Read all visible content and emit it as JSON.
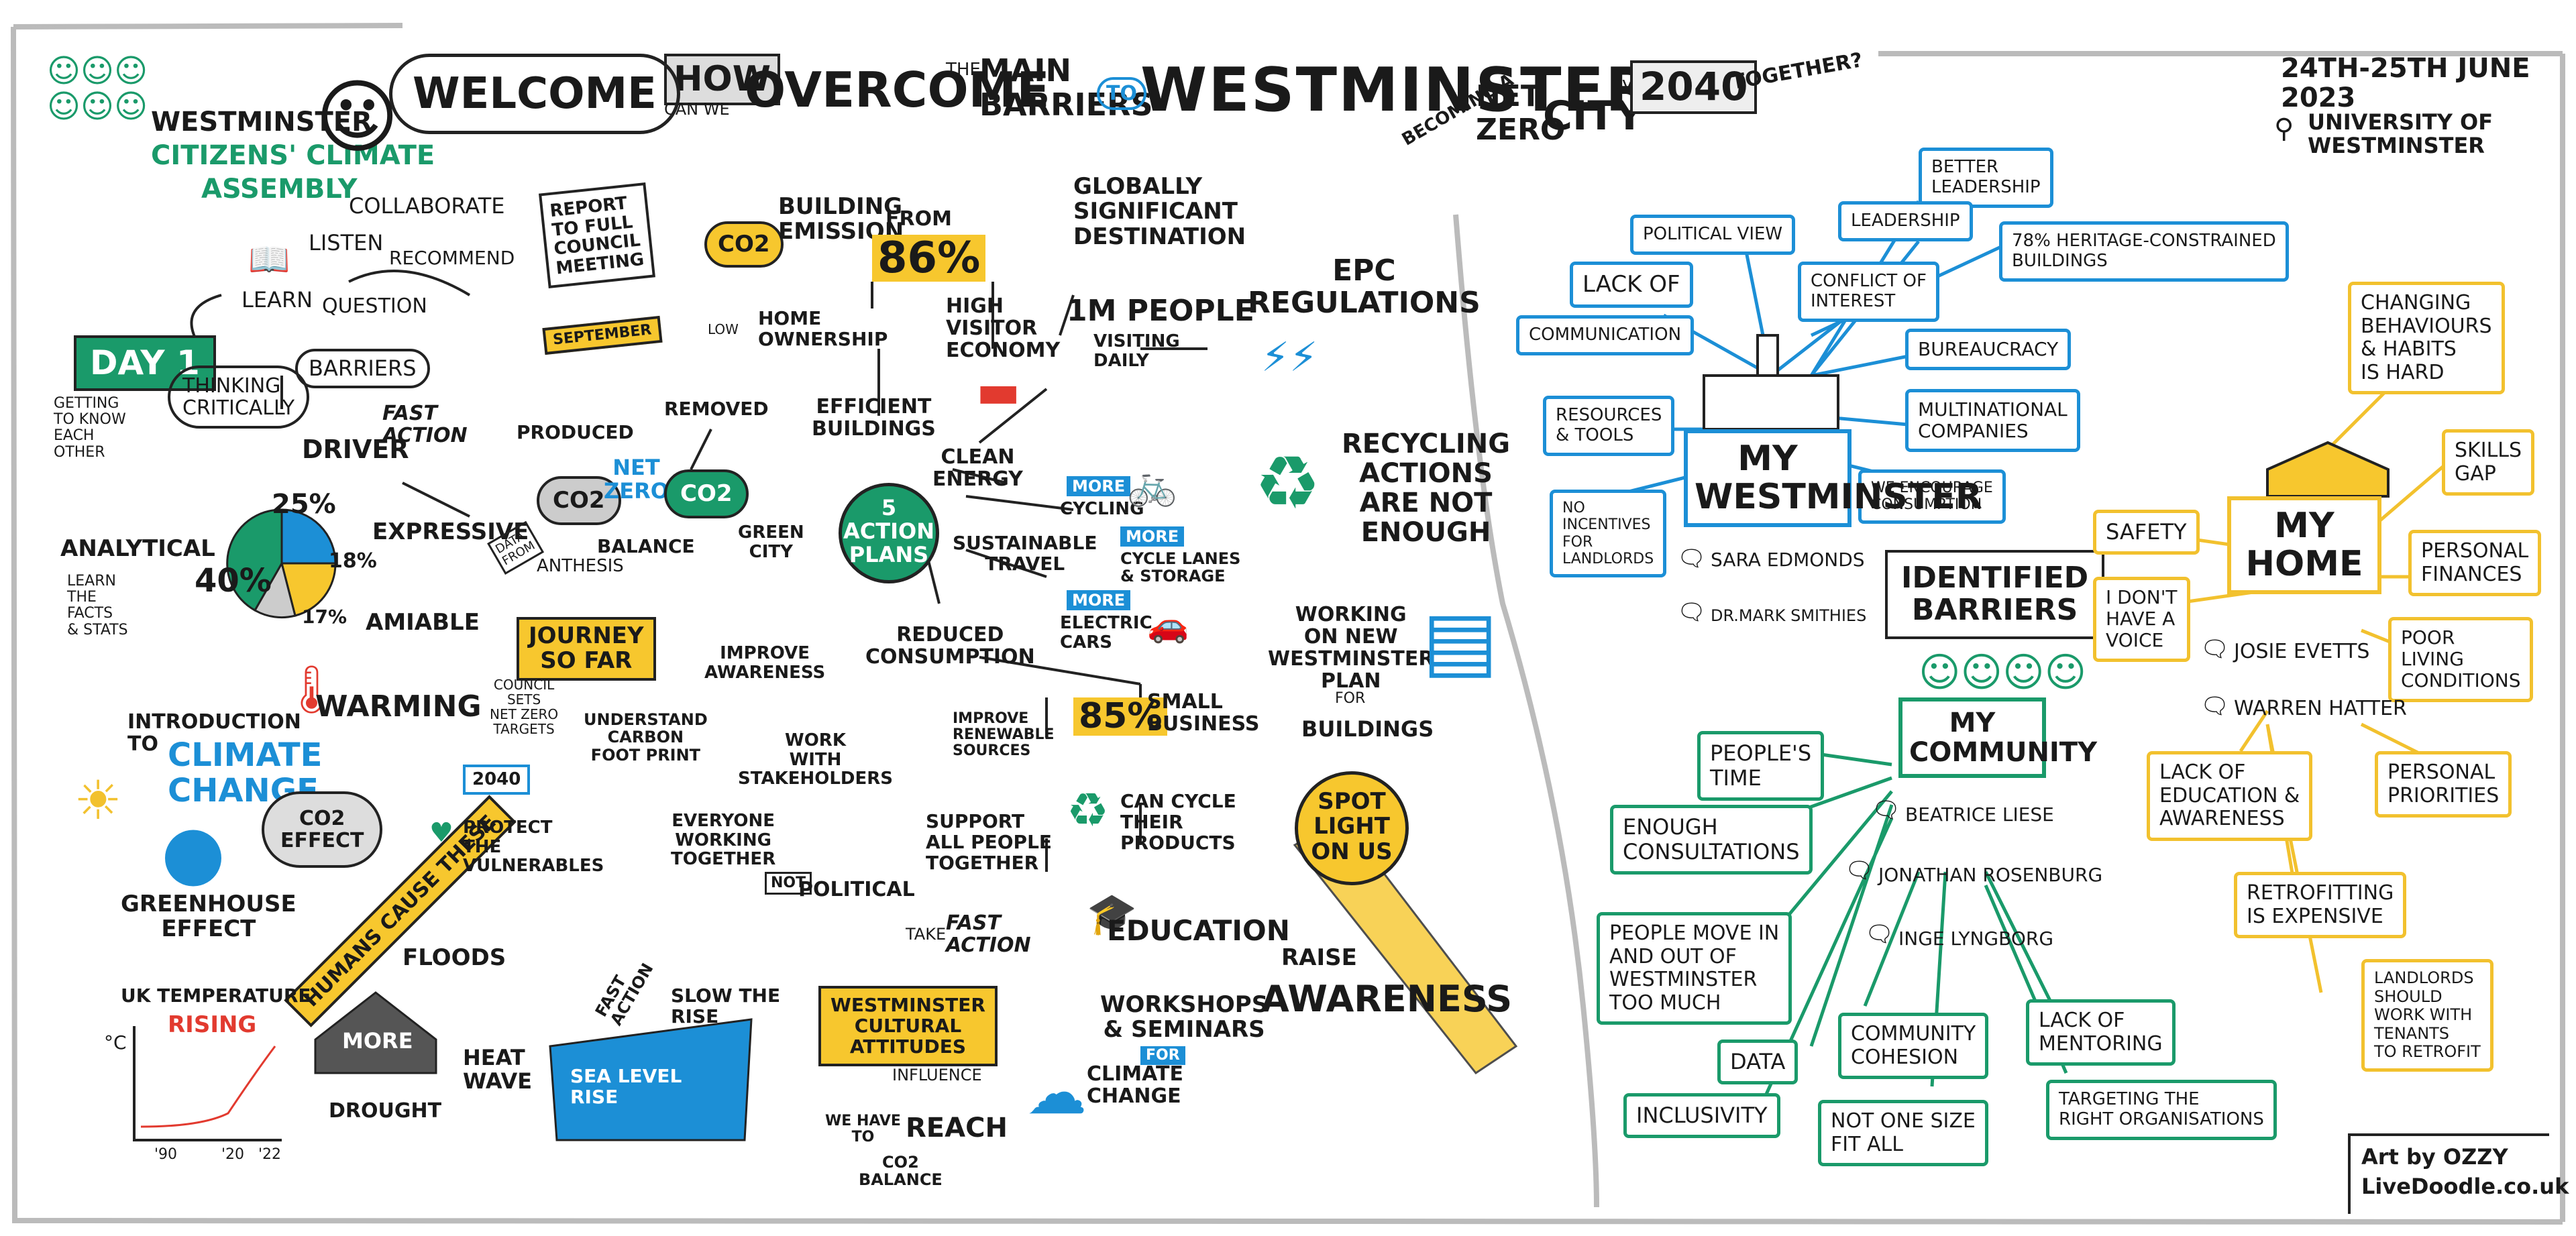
{
  "header": {
    "title_how": "HOW",
    "title_can_we": "CAN WE",
    "title_overcome": "OVERCOME",
    "title_the": "THE",
    "title_main_barriers": "MAIN\nBARRIERS",
    "title_to": "TO",
    "title_westminster": "WESTMINSTER",
    "title_becoming_a": "BECOMING A",
    "title_net": "NET",
    "title_zero": "ZERO",
    "title_city": "CITY",
    "title_by": "by",
    "title_2040": "2040",
    "title_together": "TOGETHER?",
    "date": "24th-25th JUNE 2023",
    "venue": "UNIVERSITY OF\nWESTMINSTER"
  },
  "assembly": {
    "line1": "WESTMINSTER",
    "line2": "CITIZENS' CLIMATE",
    "line3": "ASSEMBLY",
    "welcome": "WELCOME"
  },
  "intro": {
    "collaborate": "COLLABORATE",
    "listen": "LISTEN",
    "recommend": "RECOMMEND",
    "learn": "LEARN",
    "question": "QUESTION",
    "report": "REPORT\nTO FULL\nCOUNCIL\nMEETING",
    "september": "SEPTEMBER",
    "day1": "DAY 1",
    "getting": "GETTING\nTO KNOW\nEACH\nOTHER",
    "thinking": "THINKING\nCRITICALLY",
    "barriers": "BARRIERS"
  },
  "personality": {
    "driver": "DRIVER",
    "fast_action": "FAST\nACTION",
    "expressive": "EXPRESSIVE",
    "analytical": "ANALYTICAL",
    "analytical_sub": "LEARN\nTHE\nFACTS\n& STATS",
    "amiable": "AMIABLE",
    "synthesis": "ANTHESIS",
    "data_from": "DATA\nFROM",
    "p25": "25%",
    "p40": "40%",
    "p18": "18%",
    "p17": "17%"
  },
  "climate": {
    "intro": "INTRODUCTION\nTO",
    "climate_change": "CLIMATE\nCHANGE",
    "warming": "WARMING",
    "co2_effect": "CO2\nEFFECT",
    "greenhouse": "GREENHOUSE\nEFFECT",
    "humans": "HUMANS CAUSE THESE",
    "uk_temp": "UK TEMPERATURE",
    "rising": "RISING",
    "deg": "°C",
    "x1": "'90",
    "x2": "'20",
    "x3": "'22",
    "more": "MORE",
    "drought": "DROUGHT",
    "floods": "FLOODS",
    "heat_wave": "HEAT\nWAVE",
    "fast_action": "FAST\nACTION",
    "slow_rise": "SLOW THE\nRISE",
    "sea_level": "SEA LEVEL\nRISE",
    "protect": "PROTECT\nTHE\nVULNERABLES"
  },
  "netzero": {
    "produced": "PRODUCED",
    "removed": "REMOVED",
    "co2": "CO2",
    "net_zero": "NET\nZERO",
    "balance": "BALANCE"
  },
  "journey": {
    "title": "JOURNEY\nSO FAR",
    "council": "COUNCIL\nSETS\nNET ZERO\nTARGETS",
    "y2040": "2040",
    "understand": "UNDERSTAND\nCARBON\nFOOT PRINT",
    "work_stake": "WORK\nWITH\nSTAKEHOLDERS",
    "everyone": "EVERYONE\nWORKING\nTOGETHER",
    "improve_aw": "IMPROVE\nAWARENESS",
    "green_city": "GREEN\nCITY"
  },
  "plans": {
    "center": "5\nACTION\nPLANS",
    "efficient": "EFFICIENT\nBUILDINGS",
    "building_emission": "BUILDING\nEMISSION",
    "from": "FROM",
    "p86": "86%",
    "home_own": "HOME\nOWNERSHIP",
    "low": "LOW",
    "globally": "GLOBALLY\nSIGNIFICANT\nDESTINATION",
    "high_visitor": "HIGH\nVISITOR\nECONOMY",
    "one_m": "1m PEOPLE",
    "visiting": "VISITING\nDAILY",
    "clean": "CLEAN\nENERGY",
    "sustainable": "SUSTAINABLE\nTRAVEL",
    "more1": "MORE",
    "cycling": "CYCLING",
    "more2": "MORE",
    "cycle_lanes": "CYCLE LANES\n& STORAGE",
    "more3": "MORE",
    "electric": "ELECTRIC\nCARS",
    "reduced": "REDUCED\nCONSUMPTION",
    "renewable": "IMPROVE\nRENEWABLE\nSOURCES",
    "p85": "85%",
    "small_biz": "SMALL\nBUSINESS",
    "can_cycle": "CAN CYCLE\nTHEIR\nPRODUCTS",
    "support": "SUPPORT\nALL PEOPLE\nTOGETHER",
    "not": "NOT",
    "political": "POLITICAL",
    "take": "TAKE",
    "fast_action": "FAST\nACTION"
  },
  "right_middle": {
    "epc": "EPC\nREGULATIONS",
    "recycling": "RECYCLING\nACTIONS\nARE NOT\nENOUGH",
    "working": "WORKING\nON NEW\nWESTMINSTER\nPLAN",
    "for": "FOR",
    "buildings": "BUILDINGS",
    "spot": "SPOT\nLIGHT\nON US",
    "education": "EDUCATION",
    "workshops": "WORKSHOPS\n& SEMINARS",
    "for2": "FOR",
    "climate_change": "CLIMATE\nCHANGE",
    "raise": "RAISE",
    "awareness": "AWARENESS",
    "attitudes": "WESTMINSTER\nCULTURAL\nATTITUDES",
    "influence": "INFLUENCE",
    "we_have": "WE HAVE\nTO",
    "reach": "REACH",
    "co2_balance": "CO2\nBALANCE"
  },
  "my_westminster": {
    "title": "MY\nWESTMINSTER",
    "items": [
      "POLITICAL VIEW",
      "BETTER\nLEADERSHIP",
      "LEADERSHIP",
      "78% HERITAGE-CONSTRAINED\nBUILDINGS",
      "LACK OF",
      "COMMUNICATION",
      "CONFLICT OF\nINTEREST",
      "BUREAUCRACY",
      "RESOURCES\n& TOOLS",
      "MULTINATIONAL\nCOMPANIES",
      "WE ENCOURAGE\nCONSUMPTION",
      "NO\nINCENTIVES\nFOR\nLANDLORDS"
    ],
    "person1": "SARA EDMONDS",
    "person2": "DR.MARK SMITHIES"
  },
  "identified": "IDENTIFIED\nBARRIERS",
  "my_community": {
    "title": "MY\nCOMMUNITY",
    "items": [
      "PEOPLE'S\nTIME",
      "ENOUGH\nCONSULTATIONS",
      "PEOPLE MOVE IN\nAND OUT OF\nWESTMINSTER\nTOO MUCH",
      "DATA",
      "INCLUSIVITY",
      "COMMUNITY\nCOHESION",
      "NOT ONE SIZE\nFIT ALL",
      "LACK OF\nMENTORING",
      "TARGETING THE\nRIGHT ORGANISATIONS"
    ],
    "person1": "BEATRICE LIESE",
    "person2": "JONATHAN ROSENBURG",
    "person3": "INGE LYNGBORG"
  },
  "my_home": {
    "title": "MY\nHOME",
    "items": [
      "CHANGING\nBEHAVIOURS\n& HABITS\nIS HARD",
      "SKILLS\nGAP",
      "SAFETY",
      "PERSONAL\nFINANCES",
      "I DON'T\nHAVE A\nVOICE",
      "POOR\nLIVING\nCONDITIONS",
      "LACK OF\nEDUCATION &\nAWARENESS",
      "PERSONAL\nPRIORITIES",
      "RETROFITTING\nIS EXPENSIVE",
      "LANDLORDS\nSHOULD\nWORK WITH\nTENANTS\nTO RETROFIT"
    ],
    "person1": "JOSIE EVETTS",
    "person2": "WARREN HATTER"
  },
  "credit": {
    "line1": "Art by OZZY",
    "line2": "LiveDoodle.co.uk"
  },
  "colors": {
    "blue": "#1c8fd6",
    "green": "#1a9a6a",
    "yellow": "#f7c72e",
    "red": "#e23a2f"
  }
}
